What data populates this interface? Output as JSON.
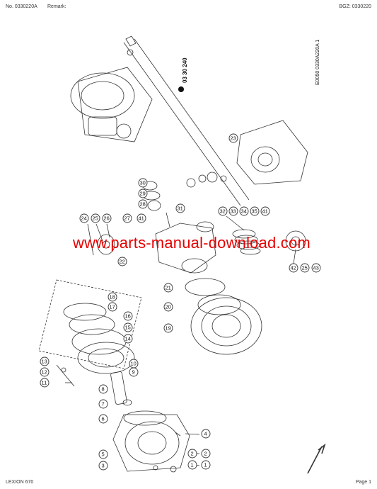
{
  "header": {
    "doc_number": "No. 0330220A",
    "remark_label": "Remark:",
    "bgz": "BGZ: 0330220"
  },
  "footer": {
    "model": "LEXION 670",
    "page": "Page 1"
  },
  "drawing": {
    "group_number": "03 30 240",
    "figure_code": "E0050 0330A220A 1",
    "callouts": [
      "1",
      "2",
      "1",
      "2",
      "3",
      "4",
      "5",
      "6",
      "7",
      "8",
      "9",
      "10",
      "11",
      "12",
      "13",
      "14",
      "15",
      "16",
      "17",
      "18",
      "19",
      "20",
      "21",
      "22",
      "23",
      "24",
      "25",
      "26",
      "27",
      "28",
      "29",
      "30",
      "31",
      "32",
      "33",
      "34",
      "35",
      "41",
      "41",
      "42",
      "25",
      "43"
    ]
  },
  "watermark": {
    "text": "www.parts-manual-download.com"
  },
  "colors": {
    "watermark": "#e60000",
    "line": "#333333"
  }
}
